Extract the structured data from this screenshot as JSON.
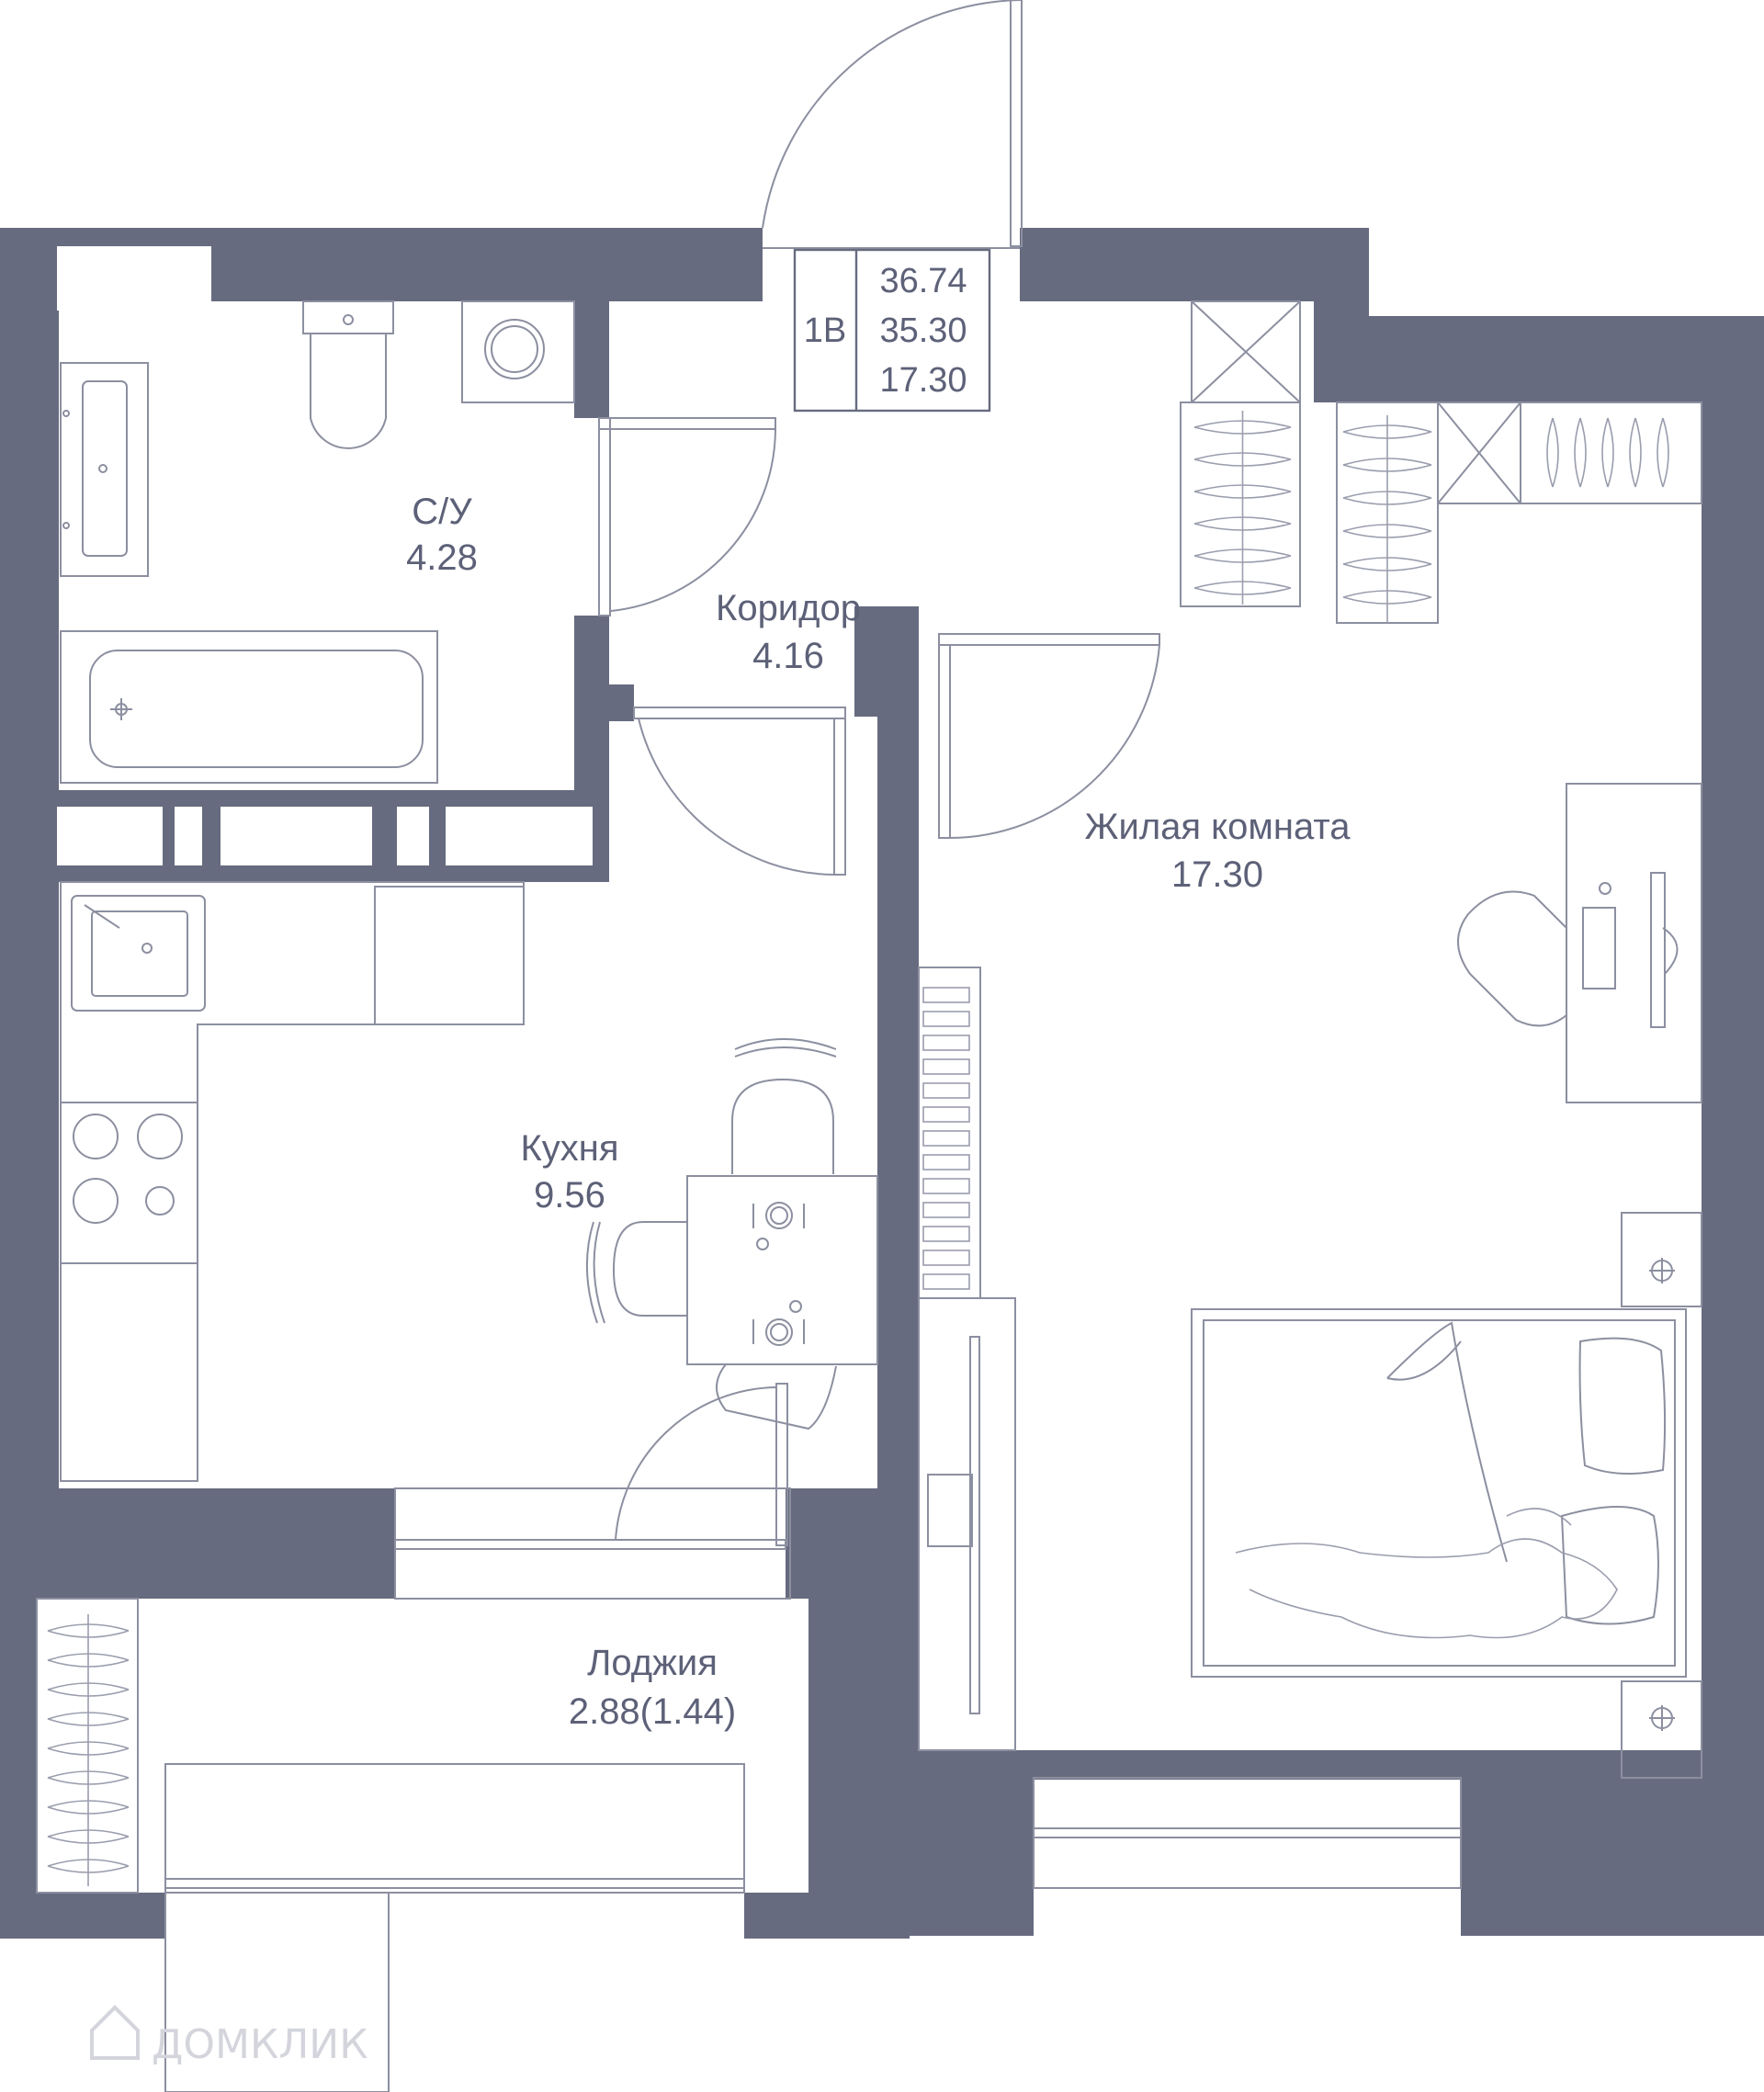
{
  "apartment_tag": {
    "type_code": "1В",
    "total_area": "36.74",
    "living_area_sum": "35.30",
    "living_area": "17.30"
  },
  "rooms": {
    "bathroom": {
      "name": "С/У",
      "area": "4.28"
    },
    "corridor": {
      "name": "Коридор",
      "area": "4.16"
    },
    "living_room": {
      "name": "Жилая комната",
      "area": "17.30"
    },
    "kitchen": {
      "name": "Кухня",
      "area": "9.56"
    },
    "loggia": {
      "name": "Лоджия",
      "area": "2.88(1.44)"
    }
  },
  "watermark": {
    "text": "ДОМКЛИК"
  },
  "colors": {
    "wall": "#676b7f",
    "label": "#5d6178",
    "furniture": "#8c8fa0",
    "background": "#ffffff"
  }
}
